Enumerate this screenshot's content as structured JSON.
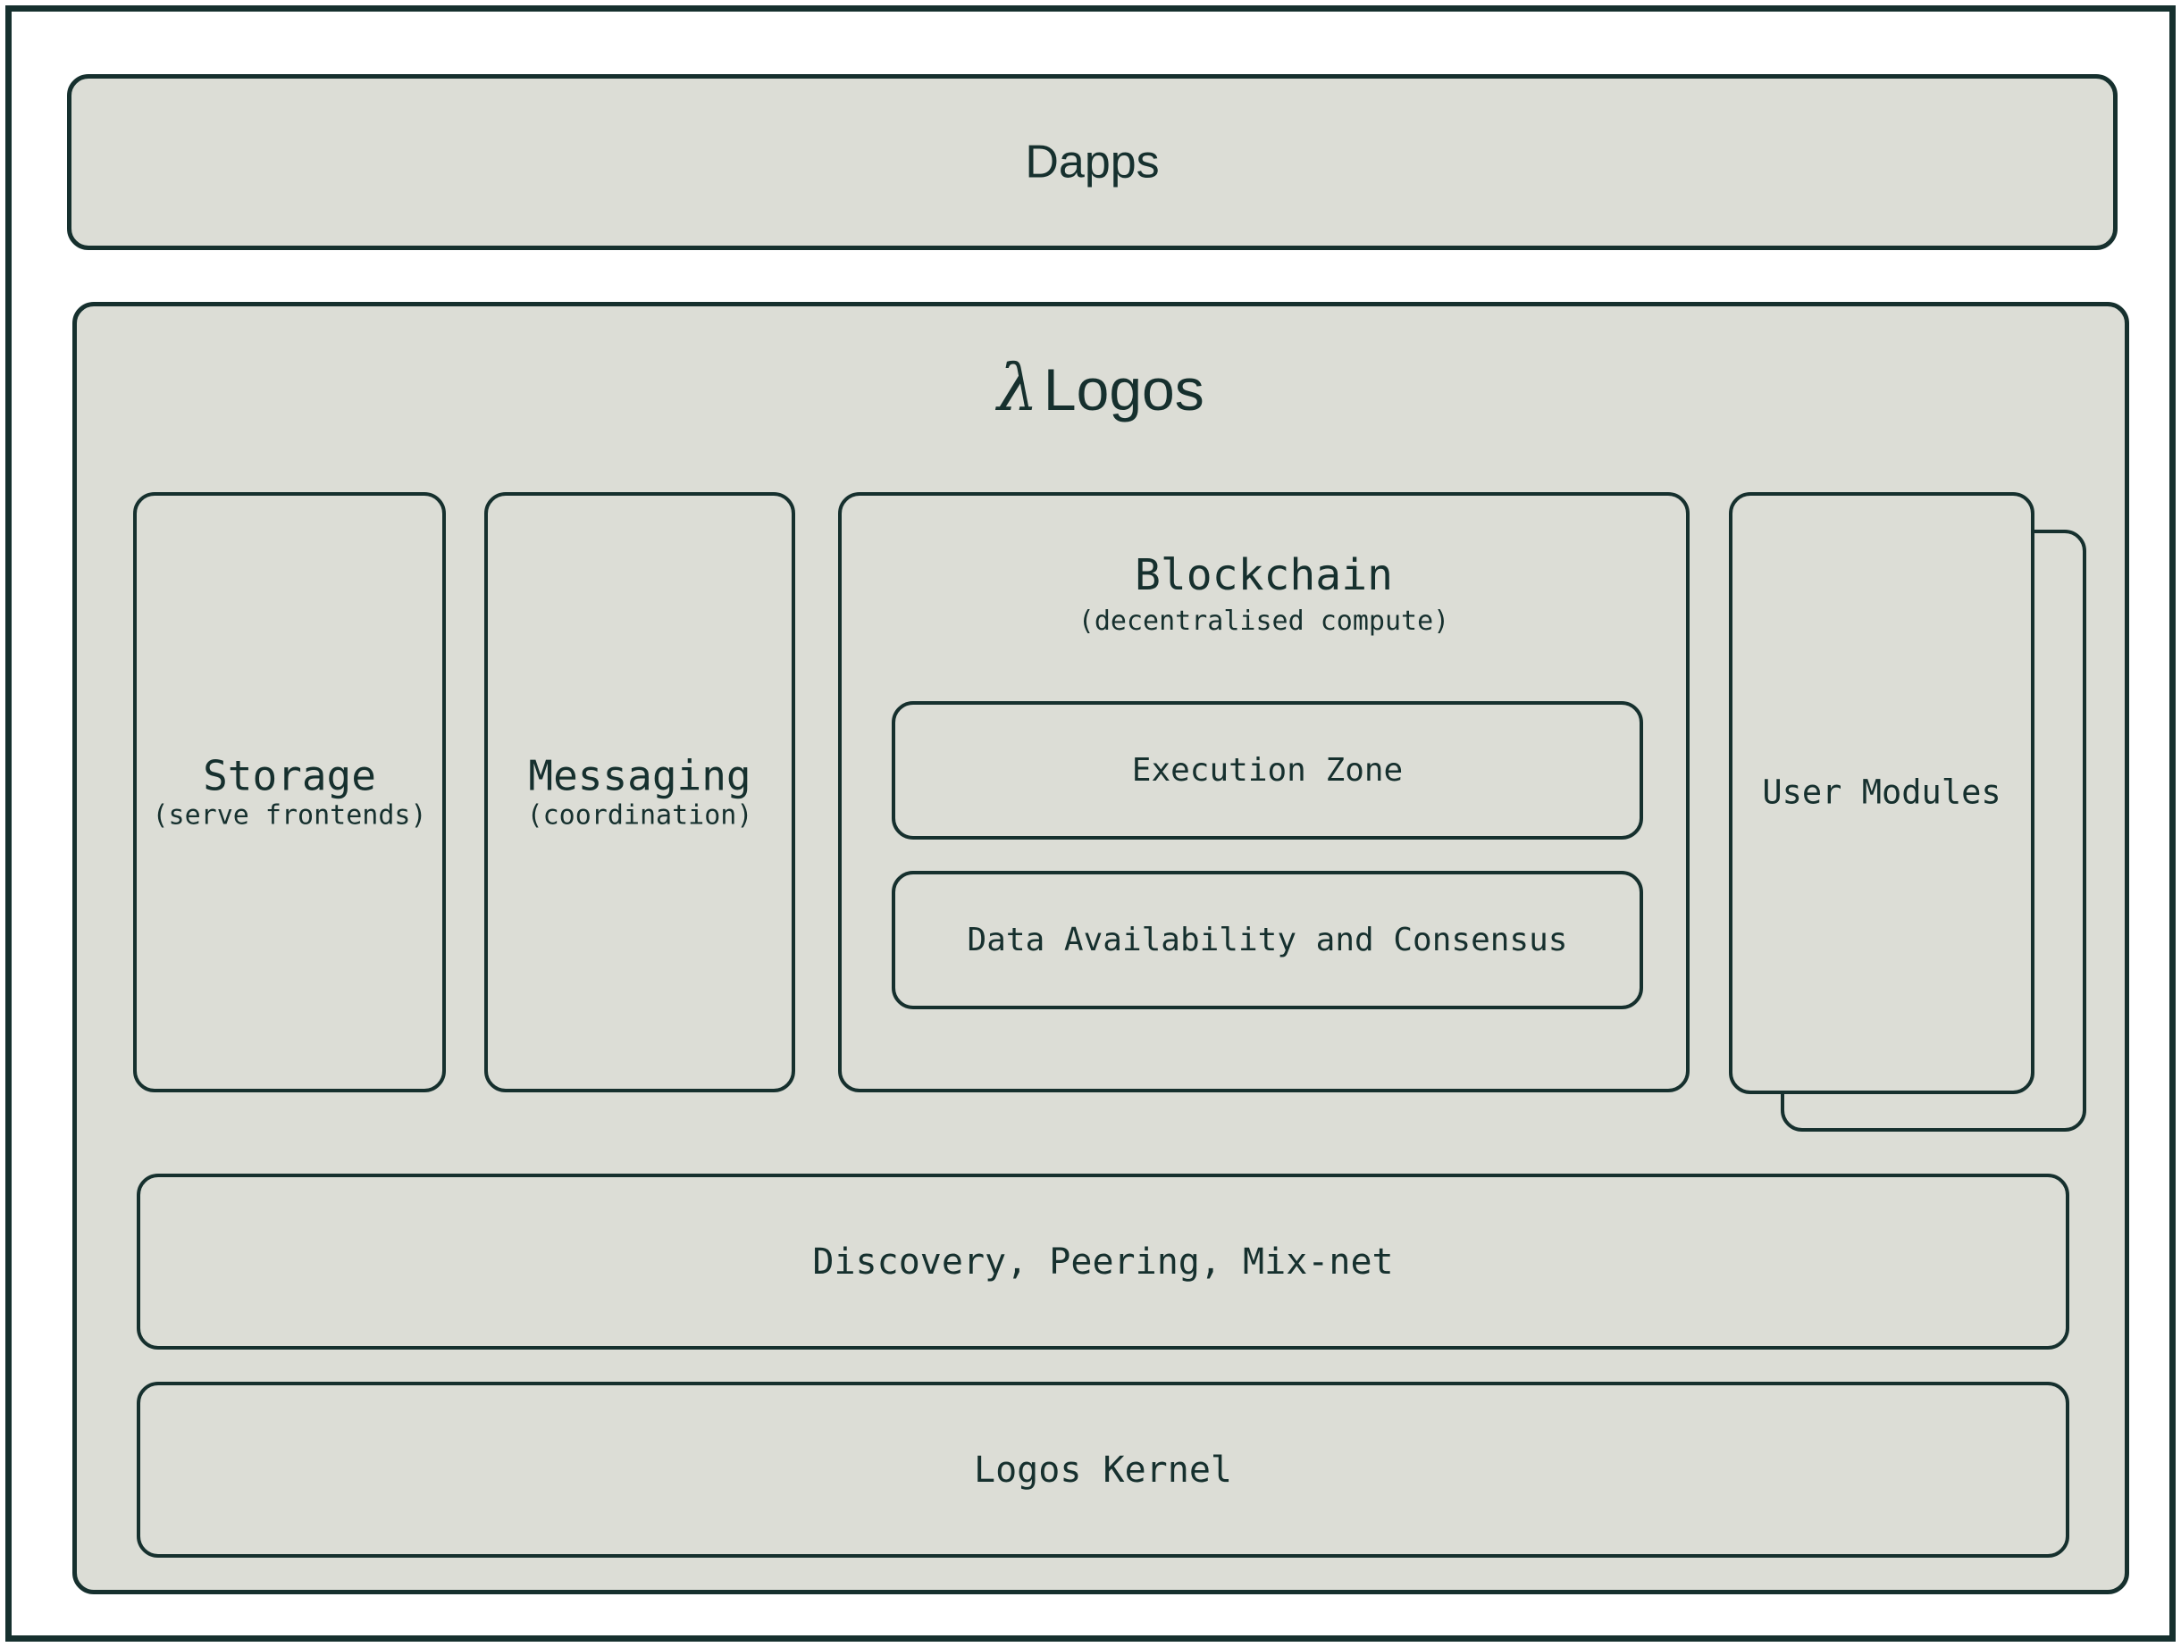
{
  "diagram": {
    "dapps": {
      "label": "Dapps"
    },
    "logos": {
      "lambda_glyph": "λ",
      "title": "Logos",
      "columns": [
        {
          "name": "storage",
          "title": "Storage",
          "subtitle": "(serve frontends)"
        },
        {
          "name": "messaging",
          "title": "Messaging",
          "subtitle": "(coordination)"
        }
      ],
      "blockchain": {
        "title": "Blockchain",
        "subtitle": "(decentralised compute)",
        "inner_boxes": [
          {
            "name": "execution-zone",
            "label": "Execution Zone"
          },
          {
            "name": "data-availability-and-consensus",
            "label": "Data Availability and Consensus"
          }
        ]
      },
      "user_modules": {
        "label": "User Modules",
        "card_count": 2
      },
      "bottom_bars": [
        {
          "name": "discovery-peering-mixnet",
          "label": "Discovery, Peering, Mix-net"
        },
        {
          "name": "logos-kernel",
          "label": "Logos Kernel"
        }
      ]
    },
    "colors": {
      "page_background": "#ffffff",
      "panel_fill": "#dcddd6",
      "stroke": "#16302e",
      "text": "#16302e"
    }
  }
}
